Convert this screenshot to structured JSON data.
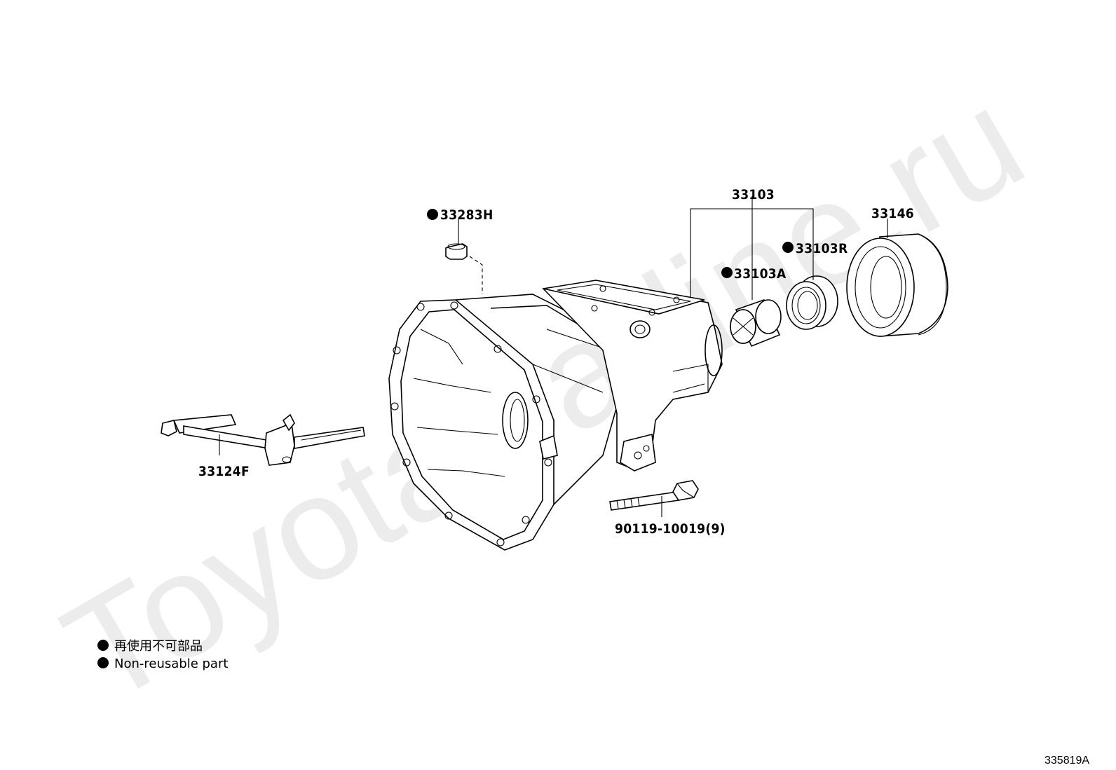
{
  "watermark": "ToyotaCarline.ru",
  "parts": {
    "p33283H": "33283H",
    "p33103": "33103",
    "p33103R": "33103R",
    "p33103A": "33103A",
    "p33146": "33146",
    "p33124F": "33124F",
    "p90119": "90119-10019(9)"
  },
  "legend": {
    "line_jp": "再使用不可部品",
    "line_en": "Non-reusable part"
  },
  "diagram_code": "335819A"
}
